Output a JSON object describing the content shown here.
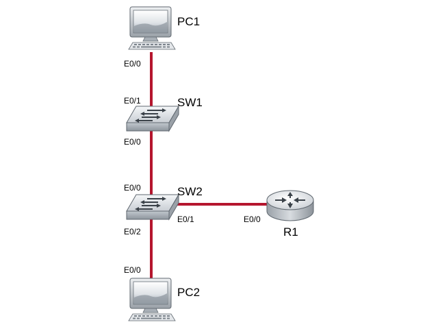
{
  "colors": {
    "link": "#b5162e",
    "device_body": "#d9dde2",
    "device_dark": "#8a9199",
    "screen": "#5a6570"
  },
  "devices": {
    "pc1": {
      "label": "PC1",
      "icon": "desktop-computer-icon"
    },
    "sw1": {
      "label": "SW1",
      "icon": "workgroup-switch-icon"
    },
    "sw2": {
      "label": "SW2",
      "icon": "workgroup-switch-icon"
    },
    "r1": {
      "label": "R1",
      "icon": "router-icon"
    },
    "pc2": {
      "label": "PC2",
      "icon": "desktop-computer-icon"
    }
  },
  "links": [
    {
      "from": "PC1",
      "from_port": "E0/0",
      "to": "SW1",
      "to_port": "E0/1"
    },
    {
      "from": "SW1",
      "from_port": "E0/0",
      "to": "SW2",
      "to_port": "E0/0"
    },
    {
      "from": "SW2",
      "from_port": "E0/1",
      "to": "R1",
      "to_port": "E0/0"
    },
    {
      "from": "SW2",
      "from_port": "E0/2",
      "to": "PC2",
      "to_port": "E0/0"
    }
  ]
}
